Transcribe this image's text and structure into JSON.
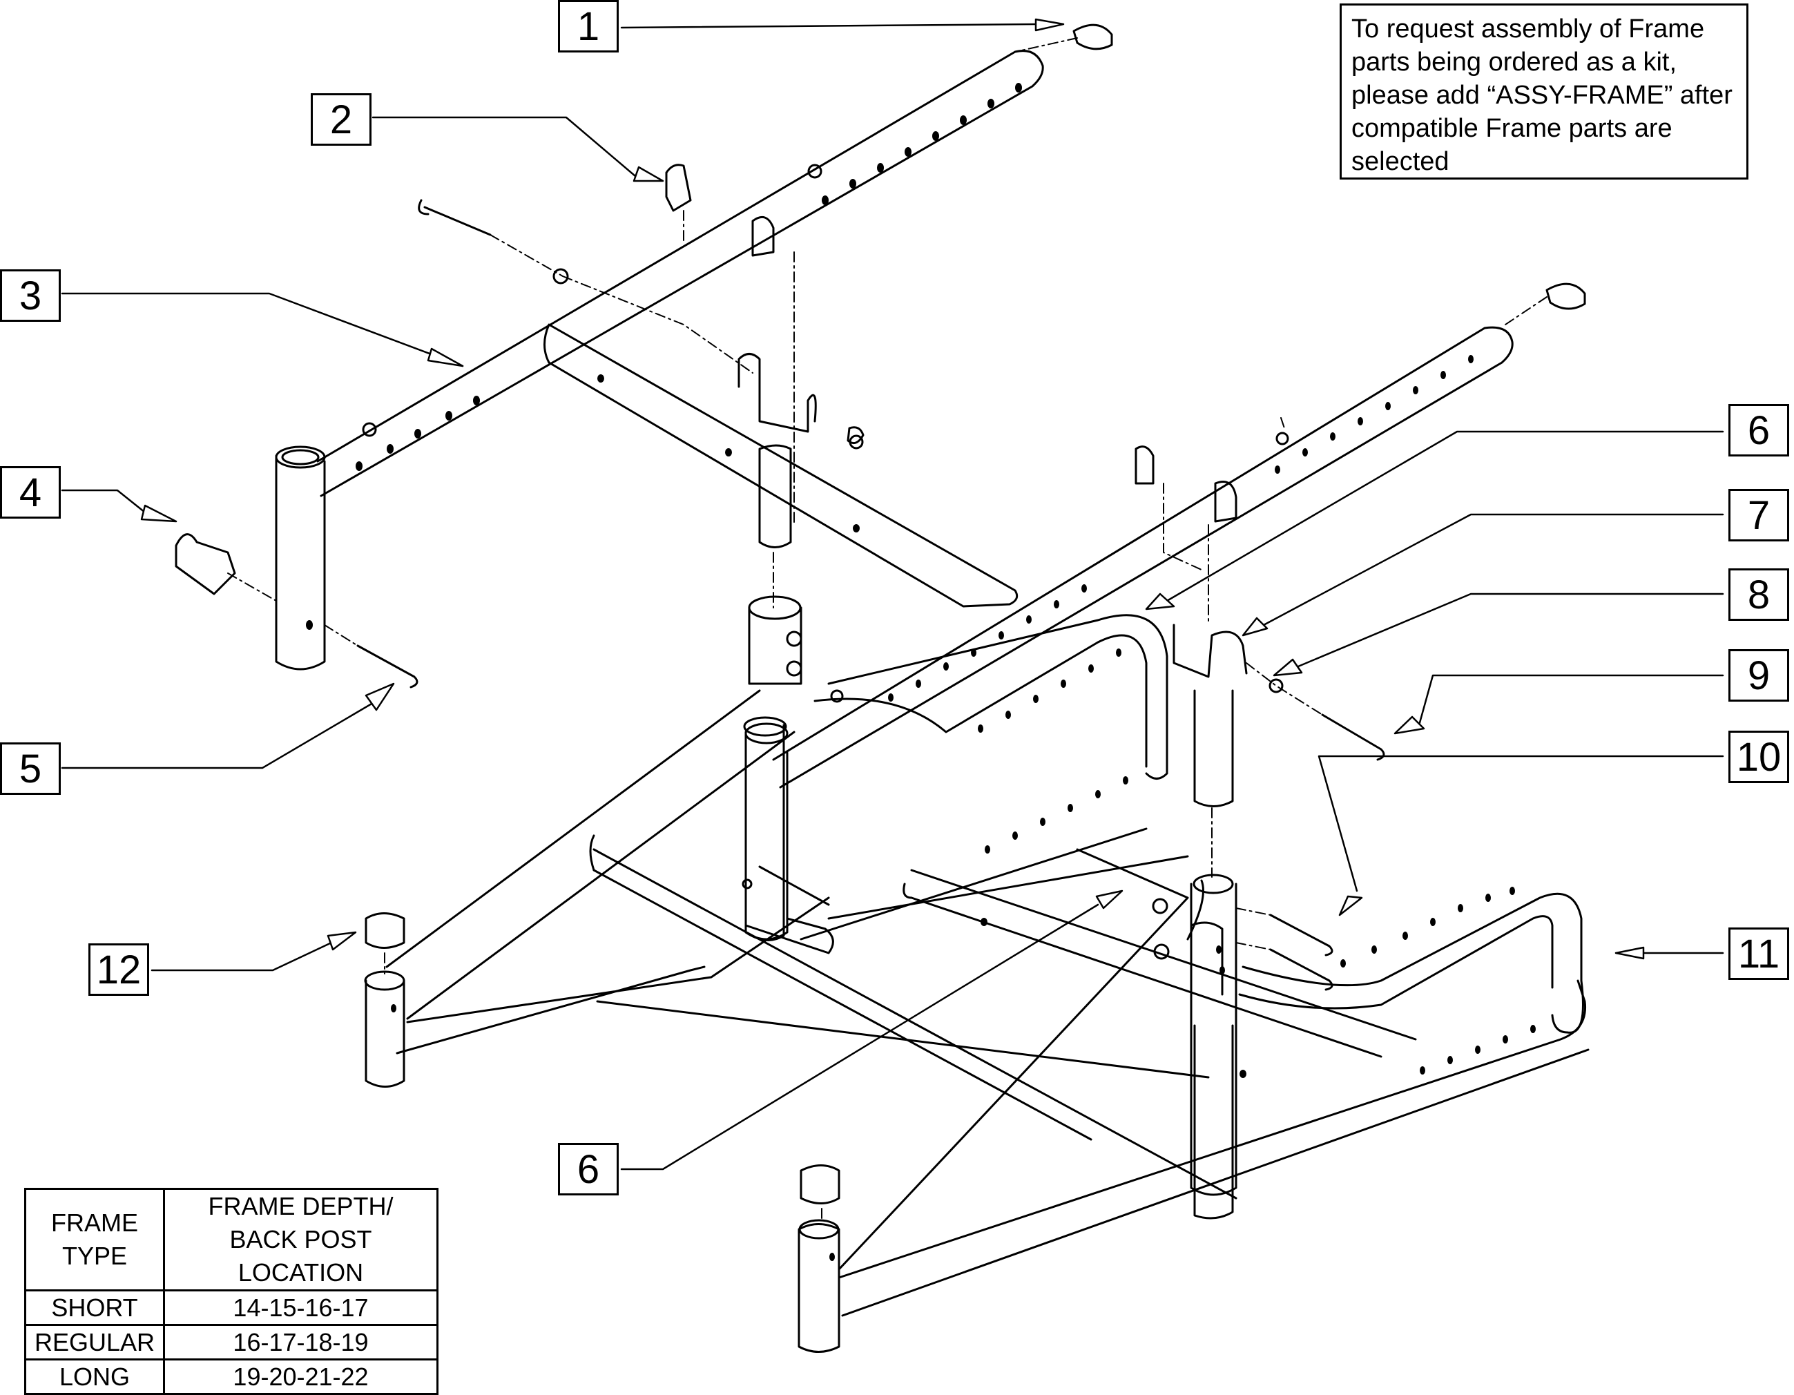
{
  "callouts": [
    "1",
    "2",
    "3",
    "4",
    "5",
    "6",
    "7",
    "8",
    "9",
    "10",
    "11",
    "12",
    "6"
  ],
  "note": {
    "lines": [
      "To request assembly of Frame",
      "parts being ordered as a kit,",
      "please add “ASSY-FRAME” after",
      "compatible Frame parts are",
      "selected"
    ]
  },
  "table": {
    "header_col1": [
      "FRAME",
      "TYPE"
    ],
    "header_col2": [
      "FRAME DEPTH/",
      "BACK POST LOCATION"
    ],
    "rows": [
      {
        "type": "SHORT",
        "depth": "14-15-16-17"
      },
      {
        "type": "REGULAR",
        "depth": "16-17-18-19"
      },
      {
        "type": "LONG",
        "depth": "19-20-21-22"
      }
    ]
  }
}
